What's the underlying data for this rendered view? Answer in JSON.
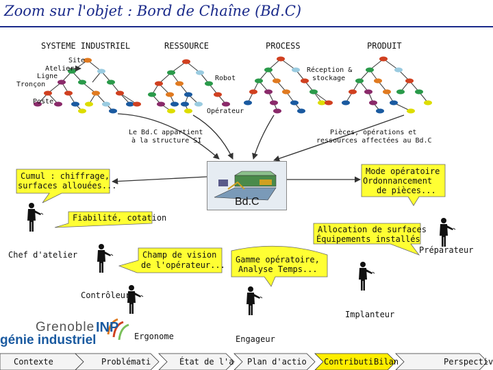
{
  "title": "Zoom sur l'objet : Bord de Chaîne (Bd.C)",
  "columns": [
    "SYSTEME INDUSTRIEL",
    "RESSOURCE",
    "PROCESS",
    "PRODUIT"
  ],
  "tree_labels": {
    "site": "Site",
    "atelier": "Atelier",
    "ligne": "Ligne",
    "troncon": "Tronçon",
    "poste": "Poste",
    "robot": "Robot",
    "operateur": "Opérateur",
    "reception_1": "Réception &",
    "reception_2": "stockage"
  },
  "links": {
    "left_1": "Le Bd.C appartient",
    "left_2": "à la structure SI",
    "right_1": "Pièces, opérations et",
    "right_2": "ressources affectées au Bd.C"
  },
  "center": {
    "label": "Bd.C"
  },
  "bubbles": {
    "cumul_1": "Cumul : chiffrage,",
    "cumul_2": "surfaces allouées...",
    "mode_1": "Mode opératoire",
    "mode_2": "Ordonnancement",
    "mode_3": "de pièces...",
    "fiabilite": "Fiabilité, cotation",
    "allocation_1": "Allocation de surfaces",
    "allocation_2": "Équipements installés",
    "champ_1": "Champ de vision",
    "champ_2": "de l'opérateur...",
    "gamme_1": "Gamme opératoire,",
    "gamme_2": "Analyse Temps..."
  },
  "persons": {
    "chef": "Chef d'atelier",
    "preparateur": "Préparateur",
    "controleur": "Contrôleur",
    "implanteur": "Implanteur",
    "ergonome": "Ergonome",
    "engageur": "Engageur"
  },
  "logo": {
    "line1": "Grenoble",
    "inp": "INP",
    "line2": "génie industriel"
  },
  "nav": [
    "Contexte",
    "Problémati",
    "État de l'a",
    "Plan d'actio",
    "Contributi",
    "Bilan",
    "Perspectiv"
  ],
  "colors": {
    "title": "#1a2a8a",
    "bubble": "#ffff33",
    "nav_active": "#ffee00",
    "accent": "#1a5aa0"
  }
}
